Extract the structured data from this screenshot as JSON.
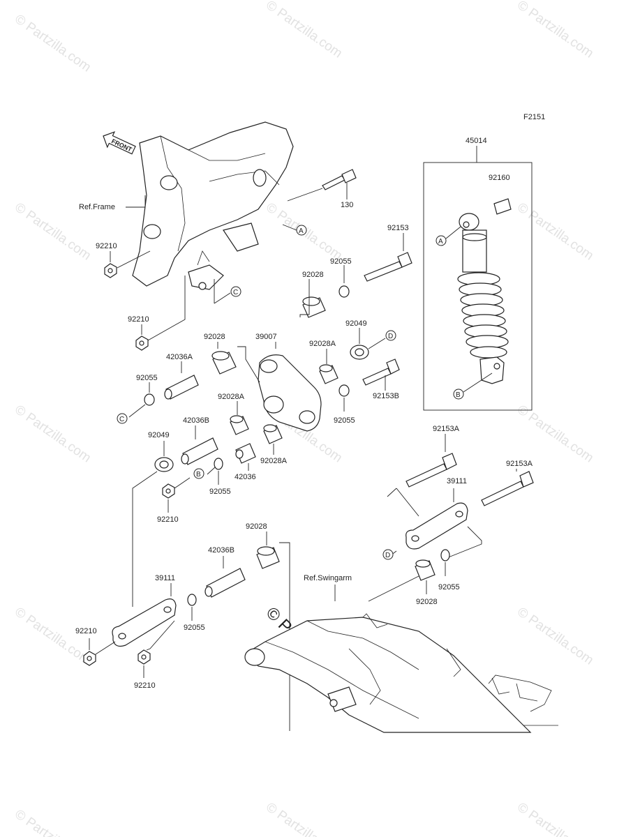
{
  "diagram": {
    "figure_code": "F2151",
    "watermark": "© Partzilla.com",
    "front_label": "FRONT",
    "refs": {
      "frame": "Ref.Frame",
      "swingarm": "Ref.Swingarm"
    },
    "callouts": [
      "A",
      "B",
      "C",
      "D"
    ],
    "part_labels": {
      "p45014": "45014",
      "p92160": "92160",
      "p130": "130",
      "p92153": "92153",
      "p92210_a": "92210",
      "p92055_a": "92055",
      "p92028_a": "92028",
      "p92210_b": "92210",
      "p92049_a": "92049",
      "p92028_b": "92028",
      "p39007": "39007",
      "p92028A_a": "92028A",
      "p42036A": "42036A",
      "p92055_b": "92055",
      "p92153B": "92153B",
      "p92028A_b": "92028A",
      "p42036B_a": "42036B",
      "p92049_b": "92049",
      "p92055_c": "92055",
      "p92028A_c": "92028A",
      "p42036": "42036",
      "p92055_d": "92055",
      "p92210_c": "92210",
      "p92153A_a": "92153A",
      "p92153A_b": "92153A",
      "p39111_a": "39111",
      "p92028_c": "92028",
      "p42036B_b": "42036B",
      "p92055_e": "92055",
      "p92028_d": "92028",
      "p39111_b": "39111",
      "p92055_f": "92055",
      "p92210_d": "92210",
      "p92210_e": "92210"
    }
  }
}
